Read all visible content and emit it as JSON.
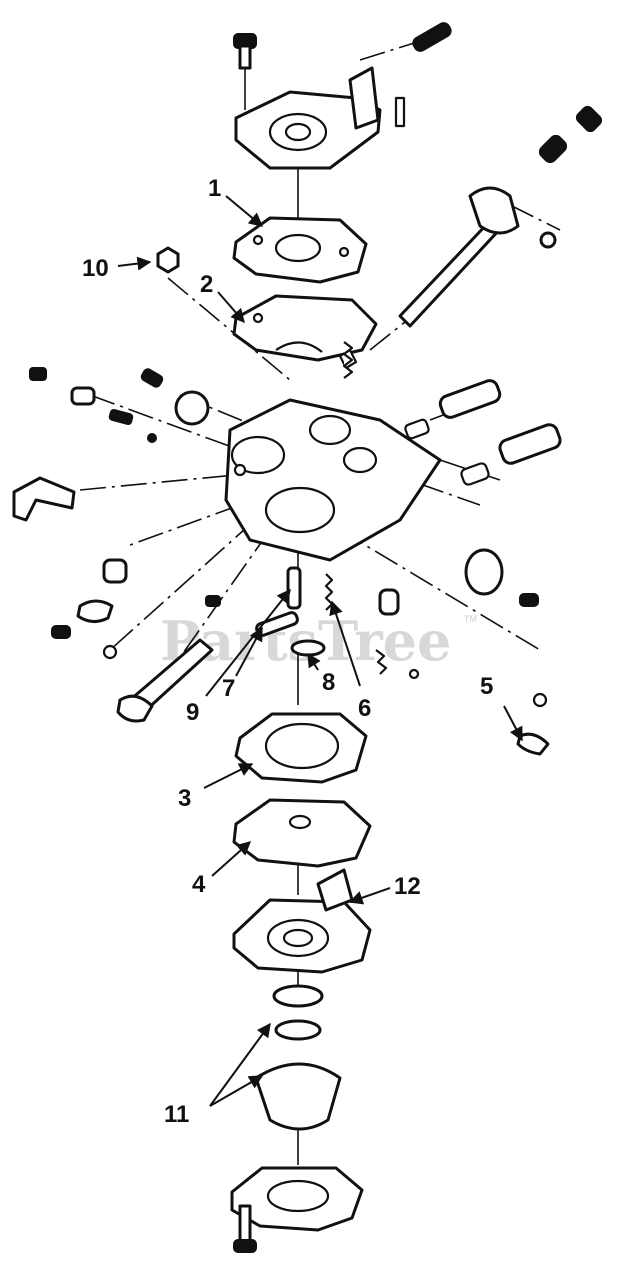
{
  "watermark": {
    "text": "PartsTree",
    "tm": "TM"
  },
  "callouts": [
    {
      "id": "1",
      "label": "1"
    },
    {
      "id": "2",
      "label": "2"
    },
    {
      "id": "3",
      "label": "3"
    },
    {
      "id": "4",
      "label": "4"
    },
    {
      "id": "5",
      "label": "5"
    },
    {
      "id": "6",
      "label": "6"
    },
    {
      "id": "7",
      "label": "7"
    },
    {
      "id": "8",
      "label": "8"
    },
    {
      "id": "9",
      "label": "9"
    },
    {
      "id": "10",
      "label": "10"
    },
    {
      "id": "11",
      "label": "11"
    },
    {
      "id": "12",
      "label": "12"
    }
  ]
}
